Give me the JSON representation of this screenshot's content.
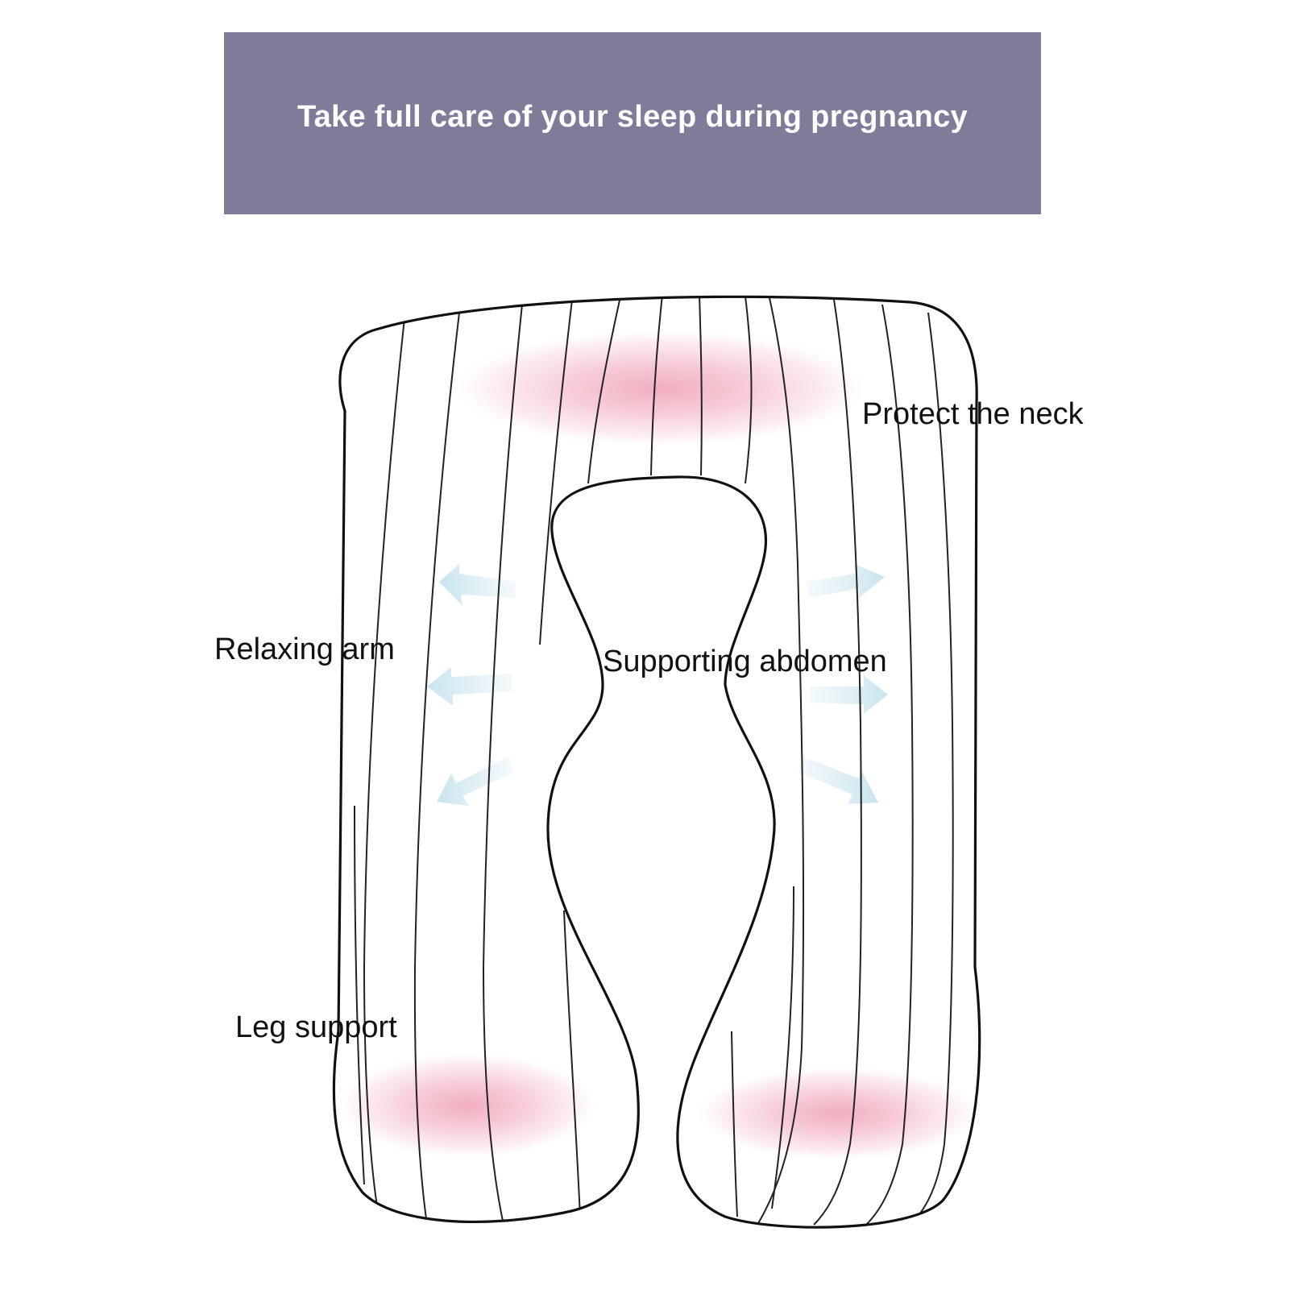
{
  "banner": {
    "title": "Take full care of your sleep during pregnancy",
    "background_color": "#7f7b99",
    "text_color": "#ffffff"
  },
  "diagram": {
    "subject": "u-shaped-pregnancy-pillow",
    "outline_color": "#111111",
    "pressure_zone_color": "#f2b8c6",
    "airflow_arrow_color": "#cfe6f0",
    "labels": {
      "neck": "Protect the neck",
      "arm": "Relaxing arm",
      "abdomen": "Supporting abdomen",
      "leg": "Leg support"
    }
  }
}
